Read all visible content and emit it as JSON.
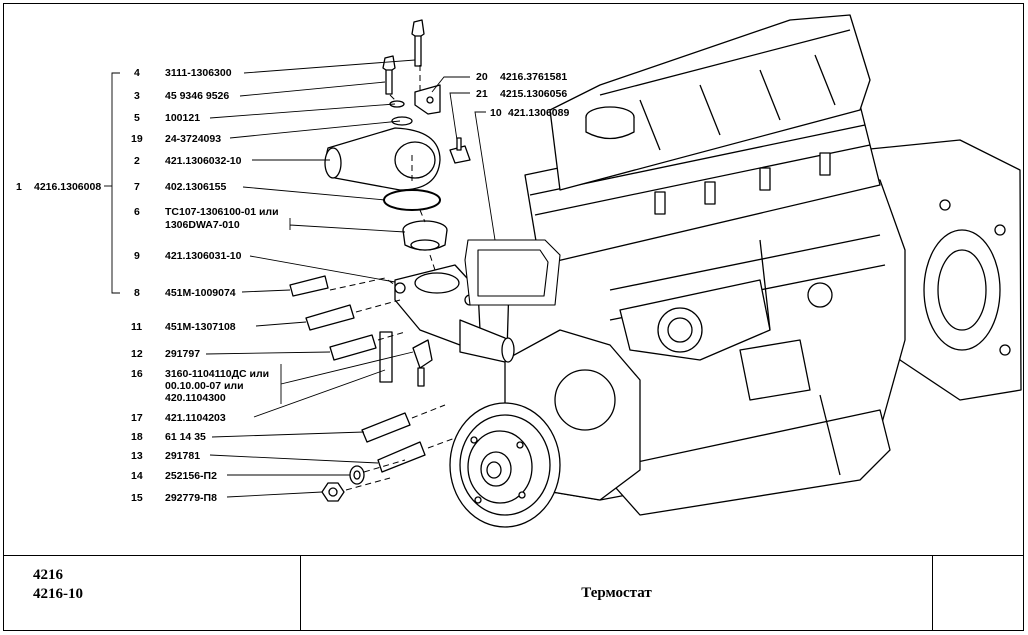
{
  "diagram": {
    "assembly": {
      "num": "1",
      "code": "4216.1306008"
    },
    "callouts": [
      {
        "num": "4",
        "code": "3111-1306300"
      },
      {
        "num": "3",
        "code": "45 9346 9526"
      },
      {
        "num": "5",
        "code": "100121"
      },
      {
        "num": "19",
        "code": "24-3724093"
      },
      {
        "num": "2",
        "code": "421.1306032-10"
      },
      {
        "num": "7",
        "code": "402.1306155"
      },
      {
        "num": "6",
        "code": "ТС107-1306100-01 или",
        "code2": "1306DWA7-010"
      },
      {
        "num": "9",
        "code": "421.1306031-10"
      },
      {
        "num": "8",
        "code": "451M-1009074"
      },
      {
        "num": "11",
        "code": "451M-1307108"
      },
      {
        "num": "12",
        "code": "291797"
      },
      {
        "num": "16",
        "code": "3160-1104110ДС или",
        "code2": "00.10.00-07 или",
        "code3": "420.1104300"
      },
      {
        "num": "17",
        "code": "421.1104203"
      },
      {
        "num": "18",
        "code": "61 14 35"
      },
      {
        "num": "13",
        "code": "291781"
      },
      {
        "num": "14",
        "code": "252156-П2"
      },
      {
        "num": "15",
        "code": "292779-П8"
      },
      {
        "num": "20",
        "code": "4216.3761581"
      },
      {
        "num": "21",
        "code": "4215.1306056"
      },
      {
        "num": "10",
        "code": "421.1306089"
      }
    ]
  },
  "title_block": {
    "model_1": "4216",
    "model_2": "4216-10",
    "title": "Термостат",
    "extra": ""
  }
}
